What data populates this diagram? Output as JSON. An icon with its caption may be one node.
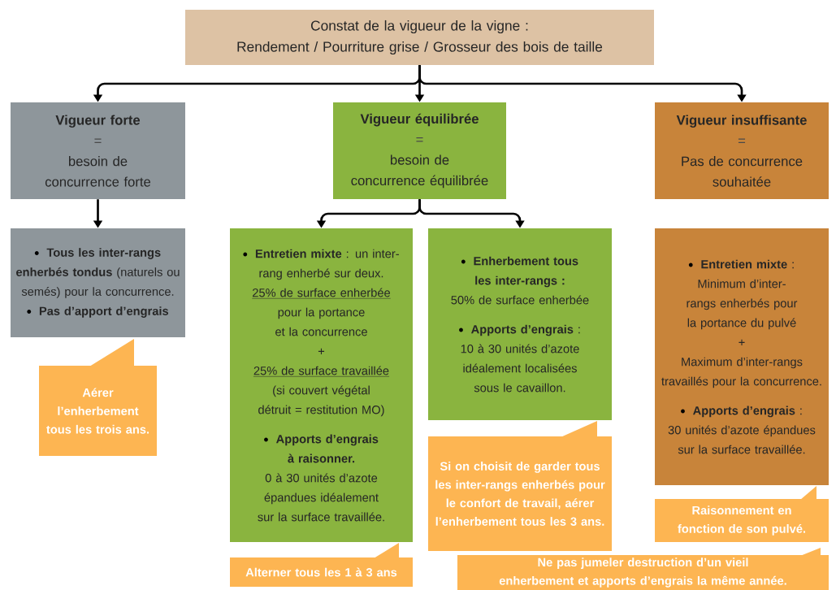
{
  "diagram": {
    "nodes": [
      {
        "text": [
          "Constat de la vigueur de la vigne :",
          "Rendement / Pourriture grise / Grosseur des bois de taille"
        ]
      },
      {
        "text": [
          "Vigueur forte",
          "=",
          "besoin de concurrence forte"
        ]
      },
      {
        "text": [
          "Vigueur équilibrée",
          "=",
          "besoin de concurrence équilibrée"
        ]
      },
      {
        "text": [
          "Vigueur insuffisante",
          "=",
          "Pas de concurrence souhaitée"
        ]
      },
      {
        "text": [
          "**Tous les inter-rangs enherbés tondus** (naturels ou semés) pour la concurrence.",
          "Pas d’apport d’engrais"
        ]
      },
      {
        "text": [
          "Aérer l’enherbement tous les trois ans."
        ]
      },
      {
        "text": [
          "**Entretien mixte** : un inter-rang enherbé sur deux.",
          "25% de surface enherbée",
          "pour la portance et la concurrence",
          "+",
          "25% de surface travaillée",
          "(si couvert végétal détruit = restitution MO)",
          "Apports d’engrais à raisonner.",
          "0 à 30 unités d’azote épandues idéalement sur la surface travaillée."
        ]
      },
      {
        "text": [
          "Enherbement tous les inter-rangs :",
          "50% de surface enherbée",
          "**Apports d’engrais** :",
          "10 à 30 unités d’azote idéalement localisées sous le cavaillon."
        ]
      },
      {
        "text": [
          "Si on choisit de garder tous les inter-rangs enherbés pour le confort de travail, aérer l’enherbement tous les 3 ans."
        ]
      },
      {
        "text": [
          "**Entretien mixte** :",
          "Minimum d’inter-rangs enherbés pour la portance du pulvé",
          "+",
          "Maximum d’inter-rangs travaillés pour la concurrence.",
          "**Apports d’engrais** :",
          "30 unités d’azote épandues sur la surface travaillée."
        ]
      },
      {
        "text": [
          "Raisonnement en fonction de son pulvé."
        ]
      },
      {
        "text": [
          "Alterner tous les 1 à 3 ans"
        ]
      },
      {
        "text": [
          "Ne pas jumeler destruction d’un vieil enherbement et apports d’engrais la même année."
        ]
      }
    ],
    "edges": [
      {
        "from": 0,
        "to": 1,
        "arrow": "to"
      },
      {
        "from": 0,
        "to": 2,
        "arrow": "to"
      },
      {
        "from": 0,
        "to": 3,
        "arrow": "to"
      },
      {
        "from": 1,
        "to": 4,
        "arrow": "to"
      },
      {
        "from": 2,
        "to": 6,
        "arrow": "to"
      },
      {
        "from": 2,
        "to": 7,
        "arrow": "to"
      }
    ]
  }
}
